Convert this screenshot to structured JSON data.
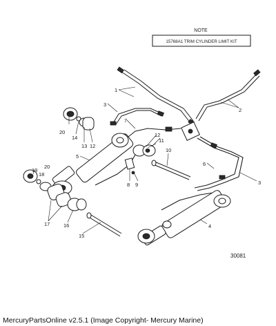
{
  "note": {
    "title": "NOTE",
    "text": "15768A1 TRIM CYLINDER LIMIT KIT"
  },
  "callouts": [
    {
      "label": "1"
    },
    {
      "label": "2"
    },
    {
      "label": "3"
    },
    {
      "label": "3"
    },
    {
      "label": "4"
    },
    {
      "label": "5"
    },
    {
      "label": "6"
    },
    {
      "label": "7"
    },
    {
      "label": "8"
    },
    {
      "label": "9"
    },
    {
      "label": "10"
    },
    {
      "label": "11"
    },
    {
      "label": "12"
    },
    {
      "label": "12"
    },
    {
      "label": "13"
    },
    {
      "label": "14"
    },
    {
      "label": "15"
    },
    {
      "label": "16"
    },
    {
      "label": "17"
    },
    {
      "label": "18"
    },
    {
      "label": "19"
    },
    {
      "label": "20"
    },
    {
      "label": "20"
    }
  ],
  "figure_number": "30081",
  "footer": "MercuryPartsOnline v2.5.1 (Image Copyright- Mercury Marine)"
}
